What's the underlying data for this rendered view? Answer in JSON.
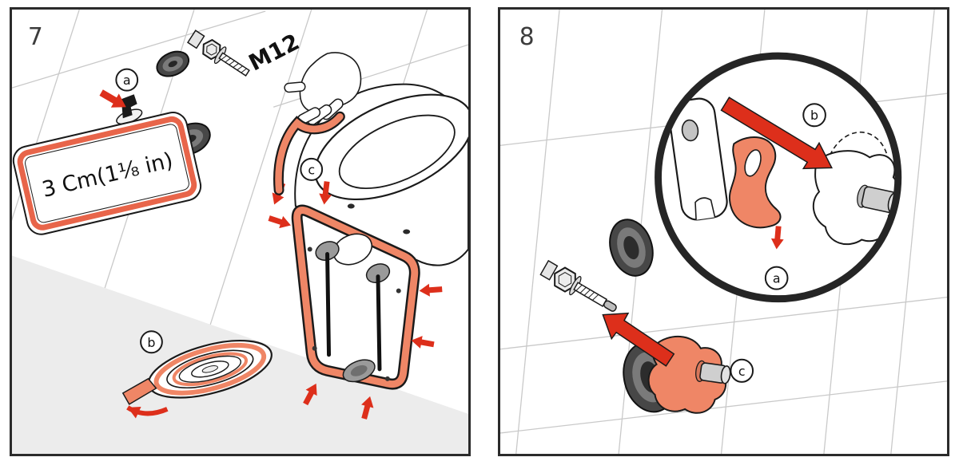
{
  "sheet": {
    "panel7": {
      "step": "7",
      "bolt_label": "M12",
      "measurement": "3 Cm(1⅛ in)",
      "label_a": "a",
      "label_b": "b",
      "label_c": "c"
    },
    "panel8": {
      "step": "8",
      "label_a": "a",
      "label_b": "b",
      "label_c": "c"
    },
    "colors": {
      "part_salmon": "#ef8666",
      "callout_border": "#e8654a",
      "arrow_red": "#dd2f1b",
      "outline_black": "#1a1a1a",
      "tile_gray": "#c9c9c9",
      "floor_gray": "#ececec",
      "cap_dark": "#474747",
      "hole_gray": "#9a9a9a"
    }
  }
}
